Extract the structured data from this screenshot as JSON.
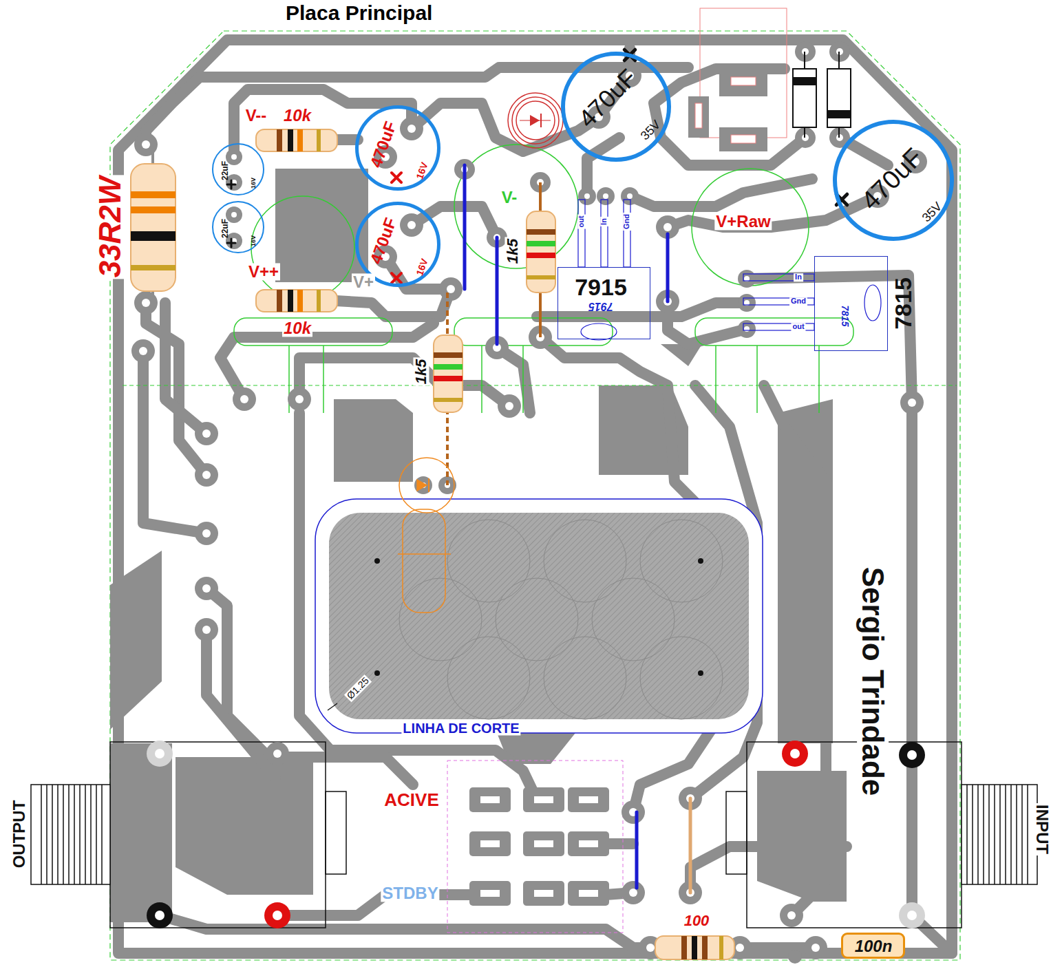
{
  "diagram": {
    "title": "Placa Principal",
    "nodes": [
      {
        "text": [
          "22uF",
          "16V"
        ]
      },
      {
        "text": [
          "22uF",
          "16V"
        ]
      },
      {
        "text": [
          "470uF",
          "16V"
        ]
      },
      {
        "text": [
          "470uF",
          "16V"
        ]
      },
      {
        "text": [
          "470uF",
          "35V"
        ]
      },
      {
        "text": [
          "470uF",
          "35V"
        ]
      },
      {
        "text": [
          "7915",
          "7915"
        ]
      },
      {
        "text": [
          "7815",
          "7815"
        ]
      },
      {
        "text": [
          "100n"
        ]
      }
    ],
    "labels": [
      "V--",
      "10k",
      "V++",
      "10k",
      "V+",
      "V-",
      "1k5",
      "1k5",
      "V+Raw",
      "out",
      "In",
      "Gnd",
      "In",
      "Gnd",
      "out",
      "33R2W",
      "Sergio Trindade",
      "LINHA DE CORTE",
      "Ø1.25",
      "ACIVE",
      "STDBY",
      "OUTPUT",
      "INPUT",
      "100"
    ]
  }
}
